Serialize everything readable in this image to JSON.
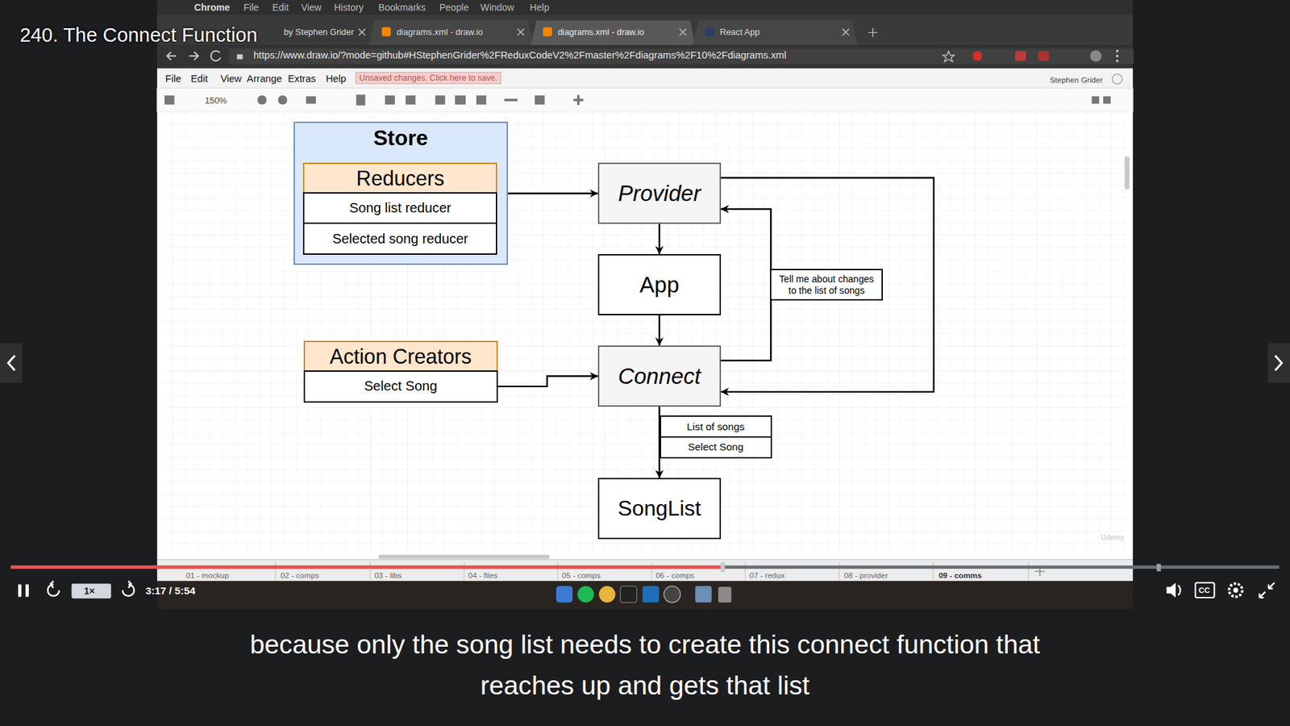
{
  "diagram": {
    "title": "240. The Connect Function",
    "caption": "because only the song list needs to create this connect function that reaches up and gets that list",
    "nodes": [
      {
        "text": [
          "Store"
        ]
      },
      {
        "text": [
          "Reducers"
        ],
        "in": 0
      },
      {
        "text": [
          "Song list reducer"
        ],
        "in": 0
      },
      {
        "text": [
          "Selected song reducer"
        ],
        "in": 0
      },
      {
        "text": [
          "Provider"
        ]
      },
      {
        "text": [
          "App"
        ]
      },
      {
        "text": [
          "Action Creators"
        ]
      },
      {
        "text": [
          "Select Song"
        ]
      },
      {
        "text": [
          "Connect"
        ]
      },
      {
        "text": [
          "List of songs"
        ]
      },
      {
        "text": [
          "Select Song"
        ]
      },
      {
        "text": [
          "SongList"
        ]
      }
    ],
    "edges": [
      {
        "from": 0,
        "to": 4,
        "arrow": "to"
      },
      {
        "from": 4,
        "to": 5,
        "arrow": "to"
      },
      {
        "from": 5,
        "to": 8,
        "arrow": "to"
      },
      {
        "from": 8,
        "to": 4,
        "label": "Tell me about changes to the list of songs",
        "arrow": "to"
      },
      {
        "from": 4,
        "to": 8,
        "arrow": "to"
      },
      {
        "from": 7,
        "to": 8,
        "arrow": "to"
      },
      {
        "from": 8,
        "to": 11,
        "arrow": "to"
      }
    ],
    "labels": [
      "Chrome",
      "File",
      "Edit",
      "View",
      "History",
      "Bookmarks",
      "People",
      "Window",
      "Help",
      "by Stephen Grider",
      "diagrams.xml - draw.io",
      "diagrams.xml - draw.io",
      "React App",
      "https://www.draw.io/?mode=github#HStephenGrider%2FReduxCodeV2%2Fmaster%2Fdiagrams%2F10%2Fdiagrams.xml",
      "File",
      "Edit",
      "View",
      "Arrange",
      "Extras",
      "Help",
      "Unsaved changes. Click here to save.",
      "Stephen Grider",
      "150%",
      "01 - mockup",
      "02 - comps",
      "03 - libs",
      "04 - files",
      "05 - comps",
      "06 - comps",
      "07 - redux",
      "08 - provider",
      "09 - comms",
      "Udemy",
      "1×",
      "3:17 / 5:54",
      "CC"
    ]
  }
}
